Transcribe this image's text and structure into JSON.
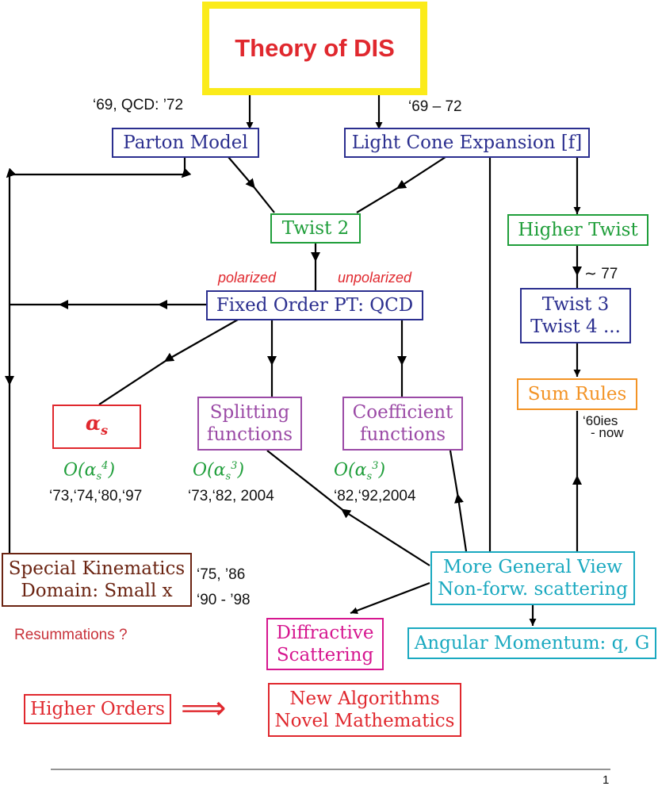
{
  "nodes": {
    "title": "Theory of DIS",
    "parton_model": "Parton Model",
    "light_cone": "Light Cone Expansion [f]",
    "twist2": "Twist 2",
    "higher_twist": "Higher Twist",
    "fixed_order": "Fixed Order PT: QCD",
    "twist34_line1": "Twist 3",
    "twist34_line2": "Twist 4 ...",
    "alpha_s": "αs",
    "splitting_line1": "Splitting",
    "splitting_line2": "functions",
    "coefficient_line1": "Coefficient",
    "coefficient_line2": "functions",
    "sum_rules": "Sum Rules",
    "special_line1": "Special Kinematics",
    "special_line2": "Domain: Small x",
    "general_line1": "More General View",
    "general_line2": "Non-forw. scattering",
    "diffractive_line1": "Diffractive",
    "diffractive_line2": "Scattering",
    "angular": "Angular Momentum: q, G",
    "higher_orders": "Higher Orders",
    "new_alg_line1": "New Algorithms",
    "new_alg_line2": "Novel Mathematics"
  },
  "labels": {
    "parton_dates": "‘69, QCD: ’72",
    "lightcone_dates": "‘69 – 72",
    "twist3_date": "∼ 77",
    "polarized": "polarized",
    "unpolarized": "unpolarized",
    "alpha_order": "O(α",
    "alpha_order_exp": "4",
    "split_order_exp": "3",
    "coef_order_exp": "3",
    "alpha_years": "‘73,‘74,‘80,‘97",
    "split_years": "‘73,‘82, 2004",
    "coef_years": "‘82,‘92,2004",
    "sum_dates_1": "‘60ies",
    "sum_dates_2": "- now",
    "special_dates_1": "‘75, ’86",
    "special_dates_2": "‘90 - ’98",
    "resummations": "Resummations ?",
    "implies": "⟹",
    "page_number": "1"
  },
  "colors": {
    "title_border": "#fbeb1a",
    "title_text": "#e0282e",
    "blue": "#2b2f8f",
    "green": "#1f9e3a",
    "red": "#e0282e",
    "purple": "#9b4aa6",
    "orange": "#f39325",
    "brown": "#6b2412",
    "cyan": "#1aa9c0",
    "magenta": "#d6168f"
  }
}
